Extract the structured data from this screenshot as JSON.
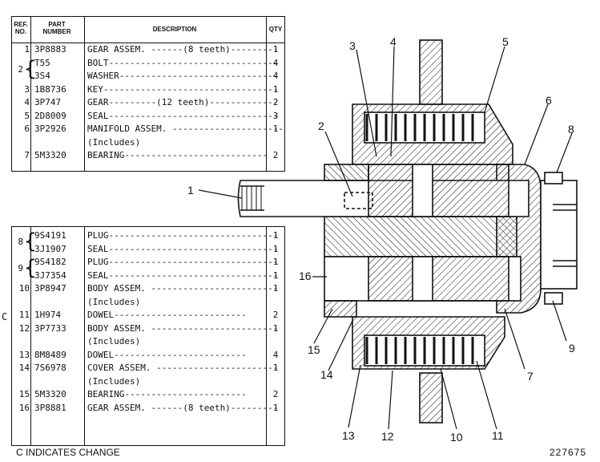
{
  "header": {
    "ref": "REF. NO.",
    "ref1": "REF.",
    "ref2": "NO.",
    "part1": "PART",
    "part2": "NUMBER",
    "description": "DESCRIPTION",
    "qty": "QTY"
  },
  "table1": [
    {
      "ref": "1",
      "part": "3P8883",
      "desc": "GEAR ASSEM. ------(8 teeth)---------",
      "qty": "1"
    },
    {
      "ref": "",
      "part": "T55",
      "desc": "BOLT--------------------------------",
      "qty": "4"
    },
    {
      "ref": "",
      "part": "3S4",
      "desc": "WASHER------------------------------",
      "qty": "4"
    },
    {
      "ref": "3",
      "part": "1B8736",
      "desc": "KEY---------------------------------",
      "qty": "1"
    },
    {
      "ref": "4",
      "part": "3P747",
      "desc": "GEAR---------(12 teeth)-------------",
      "qty": "2"
    },
    {
      "ref": "5",
      "part": "2D8009",
      "desc": "SEAL--------------------------------",
      "qty": "3"
    },
    {
      "ref": "6",
      "part": "3P2926",
      "desc": "MANIFOLD ASSEM. ---------------------",
      "qty": "1"
    },
    {
      "ref": "",
      "part": "",
      "desc": "      (Includes)",
      "qty": ""
    },
    {
      "ref": "7",
      "part": "5M3320",
      "desc": "  BEARING---------------------------",
      "qty": "2"
    }
  ],
  "table1_brace_ref": "2",
  "table2": [
    {
      "ref": "",
      "part": "9S4191",
      "desc": "PLUG--------------------------------",
      "qty": "1"
    },
    {
      "ref": "",
      "part": "3J1907",
      "desc": "SEAL--------------------------------",
      "qty": "1"
    },
    {
      "ref": "",
      "part": "9S4182",
      "desc": "PLUG--------------------------------",
      "qty": "1"
    },
    {
      "ref": "",
      "part": "3J7354",
      "desc": "SEAL--------------------------------",
      "qty": "1"
    },
    {
      "ref": "10",
      "part": "3P8947",
      "desc": "BODY ASSEM. ------------------------",
      "qty": "1"
    },
    {
      "ref": "",
      "part": "",
      "desc": "      (Includes)",
      "qty": ""
    },
    {
      "ref": "11",
      "part": "1H974",
      "desc": "      DOWEL-------------------------",
      "qty": "2"
    },
    {
      "ref": "12",
      "part": "3P7733",
      "desc": "BODY ASSEM. ------------------------",
      "qty": "1"
    },
    {
      "ref": "",
      "part": "",
      "desc": "      (Includes)",
      "qty": ""
    },
    {
      "ref": "13",
      "part": "8M8489",
      "desc": "      DOWEL-------------------------",
      "qty": "4"
    },
    {
      "ref": "14",
      "part": "7S6978",
      "desc": "COVER ASSEM. -----------------------",
      "qty": "1"
    },
    {
      "ref": "",
      "part": "",
      "desc": "      (Includes)",
      "qty": ""
    },
    {
      "ref": "15",
      "part": "5M3320",
      "desc": "      BEARING-----------------------",
      "qty": "2"
    },
    {
      "ref": "16",
      "part": "3P8881",
      "desc": "GEAR ASSEM. ------(8 teeth)---------",
      "qty": "1"
    }
  ],
  "table2_brace_refs": [
    "8",
    "9"
  ],
  "change_mark": "C",
  "footer_note": "C INDICATES CHANGE",
  "drawing_number": "227675",
  "callouts": [
    "1",
    "2",
    "3",
    "4",
    "5",
    "6",
    "7",
    "8",
    "9",
    "10",
    "11",
    "12",
    "13",
    "14",
    "15",
    "16"
  ]
}
